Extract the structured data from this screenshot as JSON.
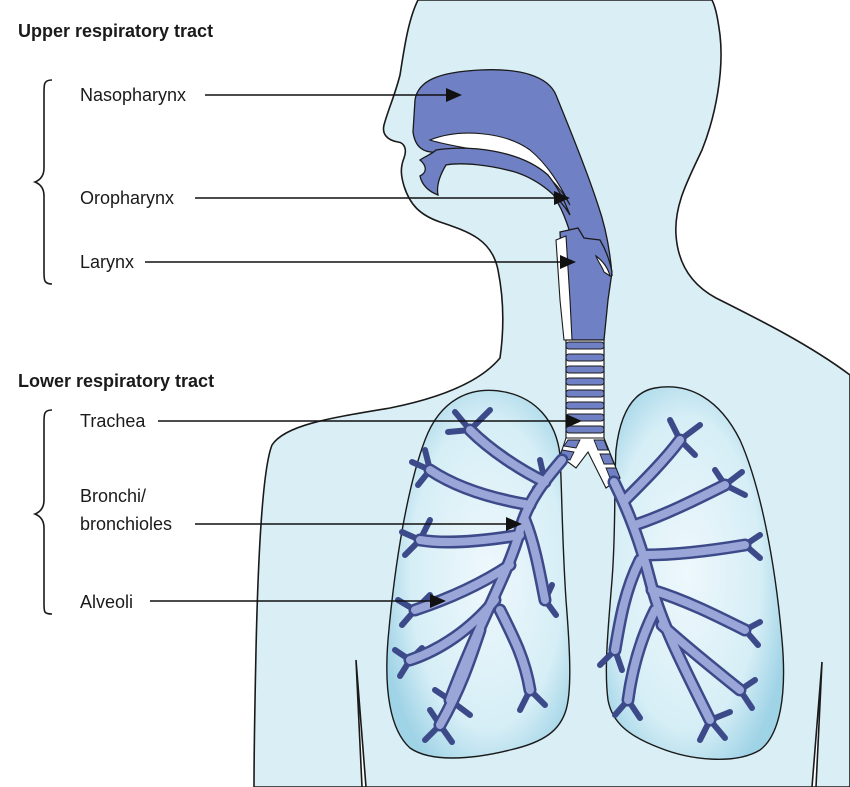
{
  "headings": {
    "upper": "Upper respiratory tract",
    "lower": "Lower respiratory tract"
  },
  "labels": {
    "nasopharynx": "Nasopharynx",
    "oropharynx": "Oropharynx",
    "larynx": "Larynx",
    "trachea": "Trachea",
    "bronchi_line1": "Bronchi/",
    "bronchi_line2": "bronchioles",
    "alveoli": "Alveoli"
  },
  "colors": {
    "body": "#d9eef5",
    "airway": "#6f80c4",
    "lung_outer": "#bde3f0",
    "lung_inner": "#e8f6fb",
    "bronchi_fill": "#9aa6d8",
    "bronchi_edge": "#3d4a8a"
  }
}
